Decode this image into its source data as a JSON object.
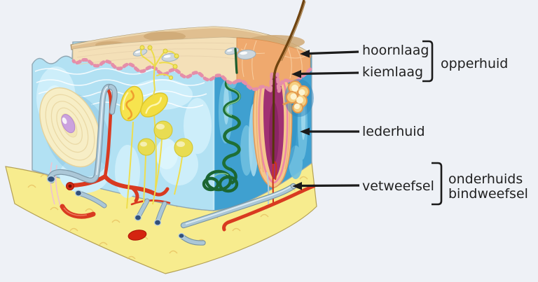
{
  "diagram": {
    "name": "huid-doorsnede",
    "description": "Cross-section diagram of human skin (3D block) with Dutch anatomical labels",
    "language": "nl",
    "background_color": "#eef1f6",
    "text_color": "#1f1f1f",
    "annotations": {
      "hoornlaag": "hoornlaag",
      "kiemlaag": "kiemlaag",
      "opperhuid": "opperhuid",
      "lederhuid": "lederhuid",
      "vetweefsel": "vetweefsel",
      "onderhuids_line1": "onderhuids",
      "onderhuids_line2": "bindweefsel"
    },
    "colors": {
      "skin_surface_tan": "#e0bf90",
      "epidermis_cream": "#f4e0b8",
      "epidermis_orange": "#efa96e",
      "basal_layer_pink": "#e58ea9",
      "dermis_light_blue": "#b2e1f3",
      "dermis_dark_blue": "#3fa0d0",
      "fat_yellow": "#f7ec8e",
      "follicle_magenta": "#a03173",
      "sweat_gland_green": "#1e6f36",
      "artery_red": "#d93a20",
      "vein_gray": "#abc7d7",
      "corpuscle_cream": "#f7eec6",
      "corpuscle_core_purple": "#cba2de",
      "gland_yellow": "#f6e44c",
      "arrow_black": "#1b1b1b"
    }
  }
}
